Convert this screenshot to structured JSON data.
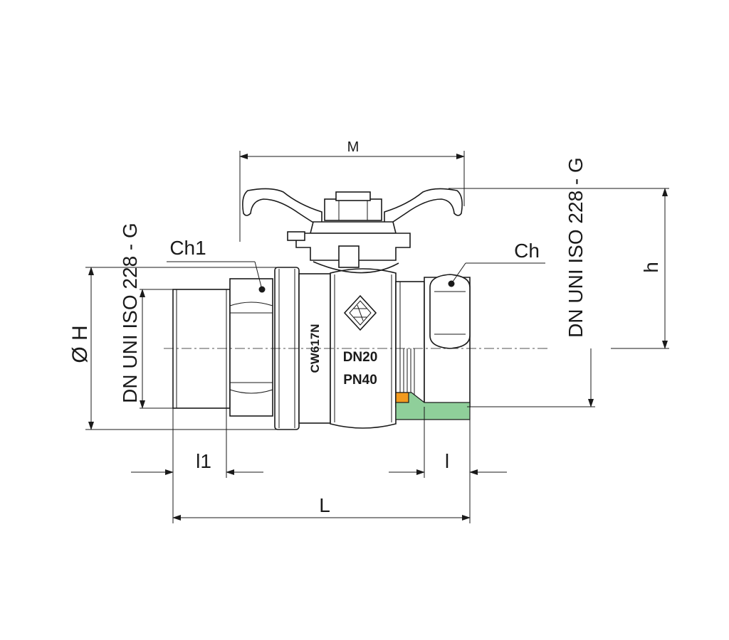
{
  "labels": {
    "M": "M",
    "h": "h",
    "ch": "Ch",
    "ch1": "Ch1",
    "dia_h": "Ø H",
    "thread_left": "DN UNI ISO 228 - G",
    "thread_right": "DN UNI ISO 228 - G",
    "l1": "l1",
    "l": "l",
    "L": "L"
  },
  "body_markings": {
    "material": "CW617N",
    "size": "DN20",
    "pressure": "PN40"
  },
  "colors": {
    "line": "#1a1a1a",
    "seal_green": "#8fcf9a",
    "seal_orange": "#f29a1e",
    "background": "#ffffff"
  },
  "icons": {
    "logo": "diamond-logo-icon"
  }
}
